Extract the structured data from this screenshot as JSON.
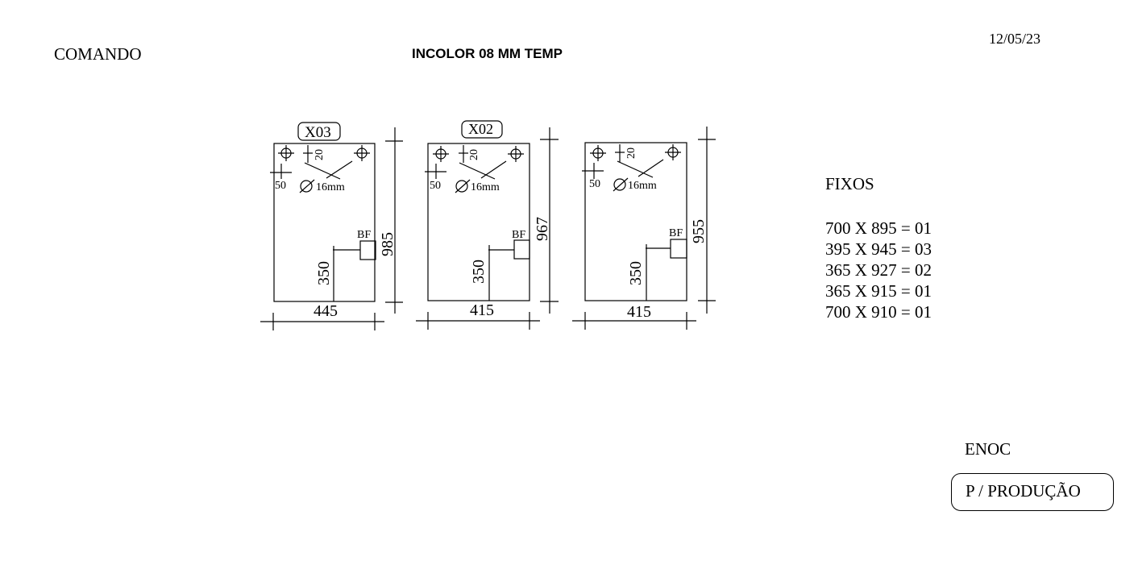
{
  "header": {
    "left_label": "COMANDO",
    "title": "INCOLOR 08 MM TEMP",
    "date": "12/05/23"
  },
  "panels": [
    {
      "tag": "X03",
      "width_label": "445",
      "height_label": "985",
      "top_offset_label": "20",
      "side_offset_label": "50",
      "hole_label": "16mm",
      "cutout_label": "BF",
      "cutout_height_label": "350"
    },
    {
      "tag": "X02",
      "width_label": "415",
      "height_label": "967",
      "top_offset_label": "20",
      "side_offset_label": "50",
      "hole_label": "16mm",
      "cutout_label": "BF",
      "cutout_height_label": "350"
    },
    {
      "tag": "",
      "width_label": "415",
      "height_label": "955",
      "top_offset_label": "20",
      "side_offset_label": "50",
      "hole_label": "16mm",
      "cutout_label": "BF",
      "cutout_height_label": "350"
    }
  ],
  "fixos": {
    "heading": "FIXOS",
    "items": [
      "700 X 895 = 01",
      "395 X 945 = 03",
      "365 X 927 = 02",
      "365 X 915 = 01",
      "700 X 910 = 01"
    ]
  },
  "footer": {
    "signature": "ENOC",
    "stamp": "P / PRODUÇÃO"
  }
}
